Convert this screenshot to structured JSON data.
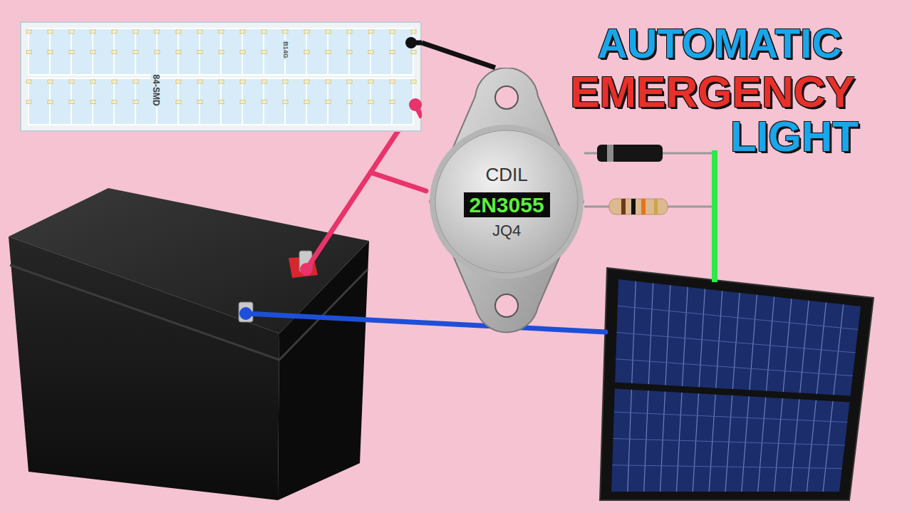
{
  "diagram": {
    "title": "AUTOMATIC",
    "nodes": [
      {
        "text": [
          "84-SMD",
          "B14G"
        ]
      },
      {
        "text": [
          "CDIL",
          "2N3055",
          "JQ4"
        ]
      }
    ],
    "edges": [
      {
        "from": 0,
        "to": 1,
        "arrow": "none"
      }
    ],
    "labels": [
      "EMERGENCY",
      "LIGHT"
    ]
  }
}
